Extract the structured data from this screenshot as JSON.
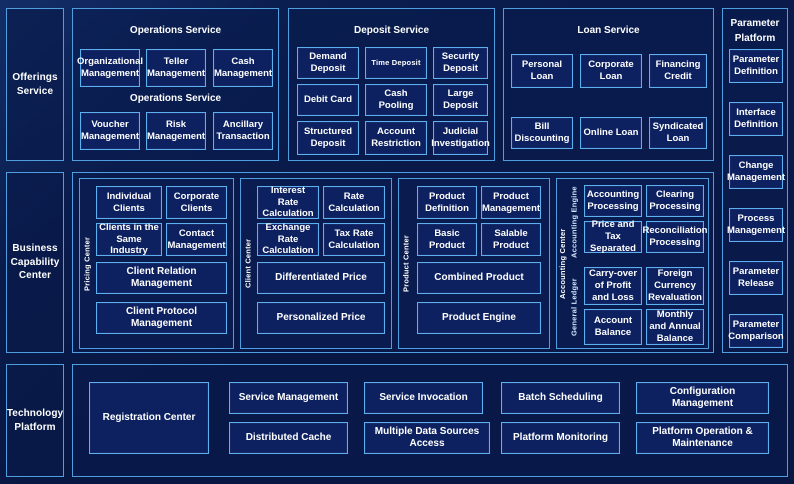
{
  "meta": {
    "title": "Banking Platform Capability Architecture",
    "colors": {
      "background": "#0a1b4b",
      "card_fill": "#0d2160",
      "border": "#5cb0ef",
      "region_border": "#4f9fe0",
      "text": "#ffffff"
    }
  },
  "rows": {
    "offerings": {
      "label": "Offerings\nService",
      "label_line1": "Offerings",
      "label_line2": "Service"
    },
    "business": {
      "label_line1": "Business",
      "label_line2": "Capability",
      "label_line3": "Center"
    },
    "technology": {
      "label_line1": "Technology",
      "label_line2": "Platform"
    }
  },
  "offerings_service": {
    "groups": [
      {
        "title": "Operations Service",
        "title_duplicate": "Operations Service",
        "items": [
          "Organizational Management",
          "Teller Management",
          "Cash Management",
          "Voucher Management",
          "Risk Management",
          "Ancillary Transaction"
        ]
      },
      {
        "title": "Deposit Service",
        "items": [
          "Demand Deposit",
          "Time Deposit",
          "Security Deposit",
          "Debit Card",
          "Cash Pooling",
          "Large Deposit",
          "Structured Deposit",
          "Account Restriction",
          "Judicial Investigation"
        ]
      },
      {
        "title": "Loan Service",
        "items": [
          "Personal Loan",
          "Corporate Loan",
          "Financing Credit",
          "Bill Discounting",
          "Online Loan",
          "Syndicated Loan"
        ]
      }
    ]
  },
  "parameter_platform": {
    "title_line1": "Parameter",
    "title_line2": "Platform",
    "items": [
      "Parameter Definition",
      "Interface Definition",
      "Change Management",
      "Process Management",
      "Parameter Release",
      "Parameter Comparison"
    ]
  },
  "business_capability_center": {
    "panels": [
      {
        "vlabel": "Pricing Center",
        "items": [
          "Individual Clients",
          "Corporate Clients",
          "Clients in the Same Industry",
          "Contact Management",
          "Client Relation Management",
          "Client Protocol Management"
        ]
      },
      {
        "vlabel": "Client Center",
        "items": [
          "Interest Rate Calculation",
          "Rate Calculation",
          "Exchange Rate Calculation",
          "Tax Rate Calculation",
          "Differentiated Price",
          "Personalized Price"
        ]
      },
      {
        "vlabel": "Product Center",
        "items": [
          "Product Definition",
          "Product Management",
          "Basic Product",
          "Salable Product",
          "Combined Product",
          "Product Engine"
        ]
      },
      {
        "vlabel": "Accounting Center",
        "sub_vlabel_1": "Accounting Engine",
        "sub_vlabel_2": "General Ledger",
        "items_engine": [
          "Accounting Processing",
          "Clearing Processing",
          "Price and Tax Separated",
          "Reconciliation Processing"
        ],
        "items_ledger": [
          "Carry-over of Profit and Loss",
          "Foreign Currency Revaluation",
          "Account Balance",
          "Monthly and Annual Balance"
        ]
      }
    ]
  },
  "technology_platform": {
    "registration": "Registration Center",
    "items": [
      "Service Management",
      "Service Invocation",
      "Batch Scheduling",
      "Configuration Management",
      "Distributed Cache",
      "Multiple Data Sources Access",
      "Platform Monitoring",
      "Platform Operation & Maintenance"
    ]
  }
}
